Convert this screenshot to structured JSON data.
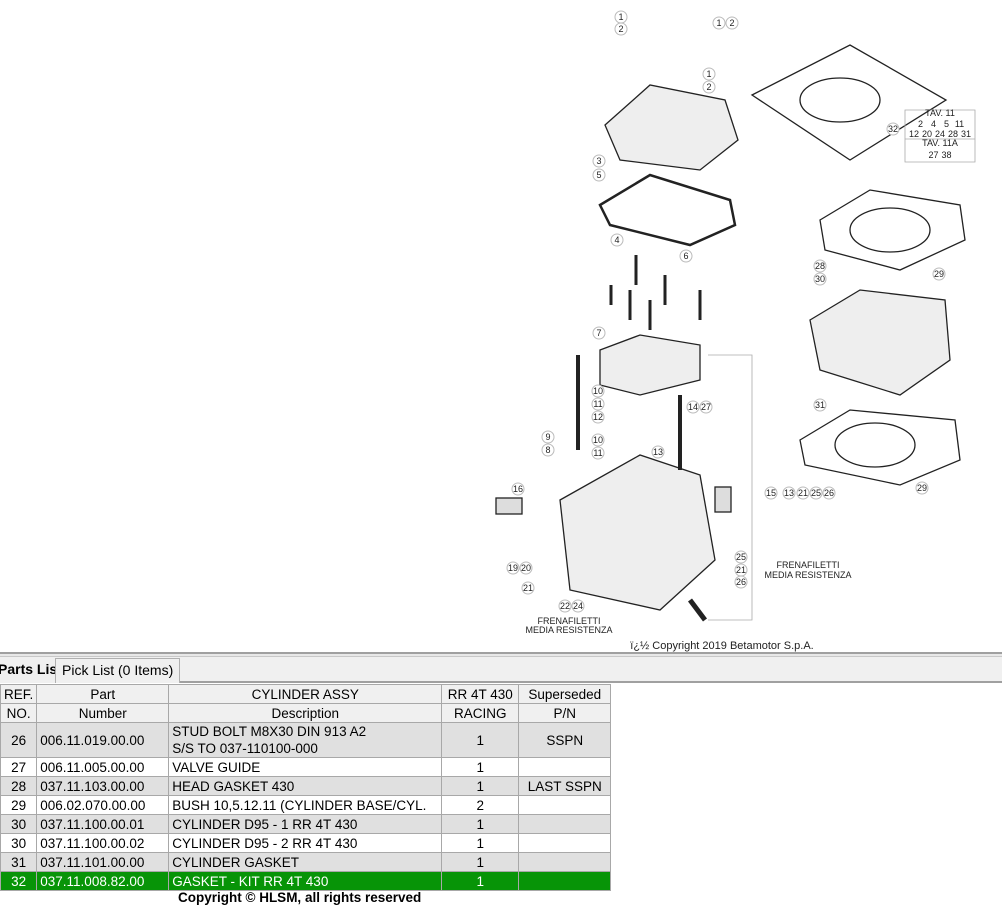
{
  "diagram": {
    "callouts": [
      "1",
      "2",
      "1",
      "2",
      "1",
      "2",
      "3",
      "5",
      "4",
      "6",
      "7",
      "28",
      "30",
      "29",
      "31",
      "29",
      "32",
      "9",
      "8",
      "10",
      "11",
      "12",
      "10",
      "11",
      "13",
      "14",
      "27",
      "16",
      "19",
      "20",
      "21",
      "22",
      "24",
      "25",
      "21",
      "26",
      "15",
      "13",
      "21",
      "25",
      "26"
    ],
    "notes": [
      "FRENAFILETTI",
      "MEDIA RESISTENZA",
      "FRENAFILETTI",
      "MEDIA RESISTENZA"
    ],
    "tav_box": {
      "title1": "TAV. 11",
      "row1": [
        "2",
        "4",
        "5",
        "11"
      ],
      "row2": [
        "12",
        "20",
        "24",
        "28",
        "31"
      ],
      "title2": "TAV. 11A",
      "row3": [
        "27",
        "38"
      ]
    },
    "copyright": "ï¿½ Copyright 2019 Betamotor S.p.A."
  },
  "tabs": {
    "parts_list": "Parts List",
    "pick_list": "Pick List (0 Items)"
  },
  "table": {
    "header1": [
      "REF.",
      "Part",
      "CYLINDER ASSY",
      "RR 4T 430",
      "Superseded"
    ],
    "header2": [
      "NO.",
      "Number",
      "Description",
      "RACING",
      "P/N"
    ],
    "rows": [
      {
        "ref": "26",
        "part": "006.11.019.00.00",
        "desc": "STUD BOLT M8X30 DIN 913 A2",
        "desc2": "S/S TO 037-110100-000",
        "qty": "1",
        "sup": "SSPN"
      },
      {
        "ref": "27",
        "part": "006.11.005.00.00",
        "desc": "VALVE GUIDE",
        "qty": "1",
        "sup": ""
      },
      {
        "ref": "28",
        "part": "037.11.103.00.00",
        "desc": "HEAD GASKET 430",
        "qty": "1",
        "sup": "LAST SSPN"
      },
      {
        "ref": "29",
        "part": "006.02.070.00.00",
        "desc": "BUSH 10,5.12.11 (CYLINDER BASE/CYL.",
        "qty": "2",
        "sup": ""
      },
      {
        "ref": "30",
        "part": "037.11.100.00.01",
        "desc": "CYLINDER D95 - 1 RR 4T 430",
        "qty": "1",
        "sup": ""
      },
      {
        "ref": "30",
        "part": "037.11.100.00.02",
        "desc": "CYLINDER D95 - 2 RR 4T 430",
        "qty": "1",
        "sup": ""
      },
      {
        "ref": "31",
        "part": "037.11.101.00.00",
        "desc": "CYLINDER GASKET",
        "qty": "1",
        "sup": ""
      },
      {
        "ref": "32",
        "part": "037.11.008.82.00",
        "desc": "GASKET - KIT RR 4T 430",
        "qty": "1",
        "sup": ""
      }
    ],
    "footer": "Copyright © HLSM, all rights reserved"
  }
}
